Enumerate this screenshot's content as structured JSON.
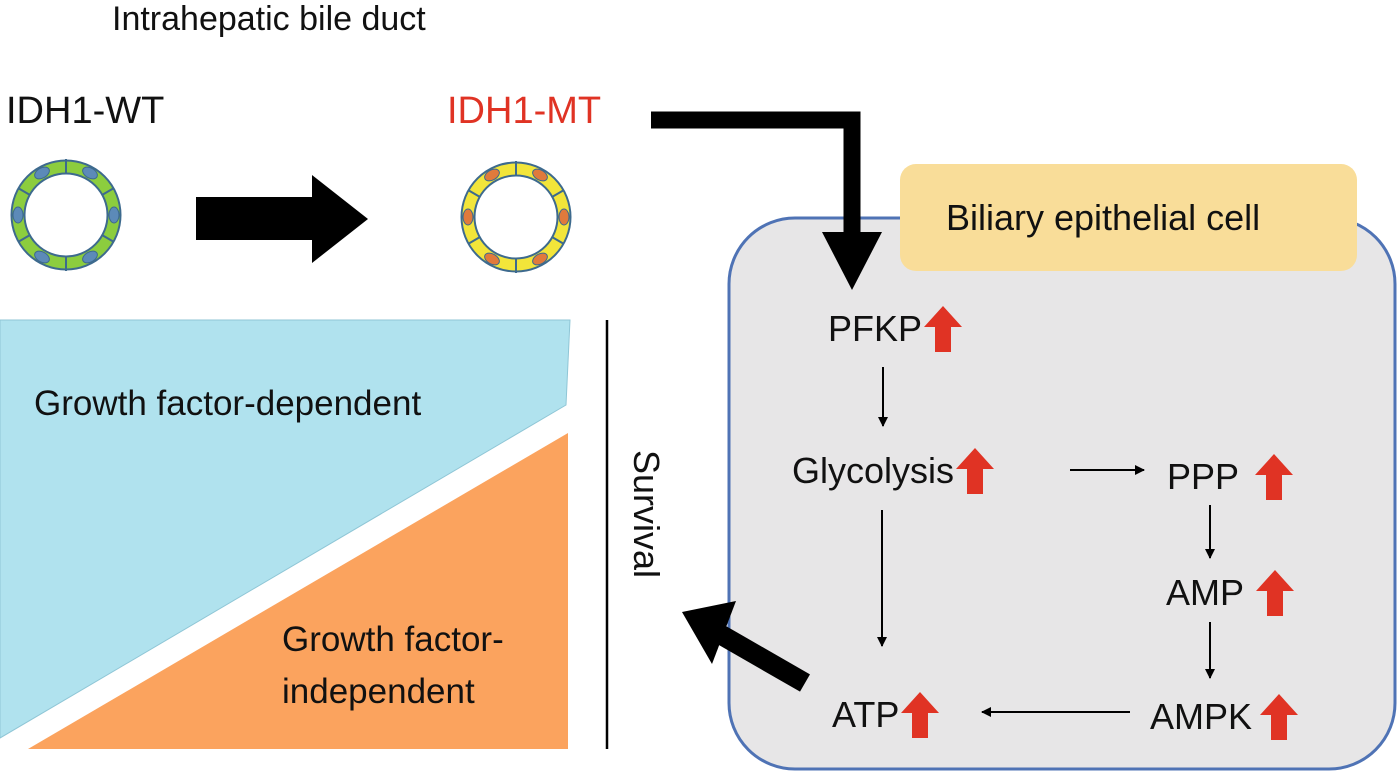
{
  "title": "Intrahepatic bile duct",
  "genotypes": {
    "wild_type": "IDH1-WT",
    "mutant": "IDH1-MT"
  },
  "cell": {
    "label": "Biliary epithelial cell"
  },
  "pathway": {
    "pfkp": "PFKP",
    "glycolysis": "Glycolysis",
    "ppp": "PPP",
    "amp": "AMP",
    "ampk": "AMPK",
    "atp": "ATP"
  },
  "regions": {
    "dependent": "Growth factor-dependent",
    "independent_line1": "Growth factor-",
    "independent_line2": "independent"
  },
  "outcome": "Survival",
  "colors": {
    "wt_cell": "#8ccd3e",
    "mt_cell": "#f2e53a",
    "duct_outline": "#3d6a8e",
    "nucleus_wt": "#5c8ab8",
    "nucleus_mt": "#e07a3c",
    "mt_text": "#e03324",
    "cell_box": "#e7e6e7",
    "cell_border": "#4f73b5",
    "label_box": "#f9dd99",
    "dependent_fill": "#b0e2ee",
    "independent_fill": "#fba35e",
    "up_arrow": "#e03324"
  }
}
